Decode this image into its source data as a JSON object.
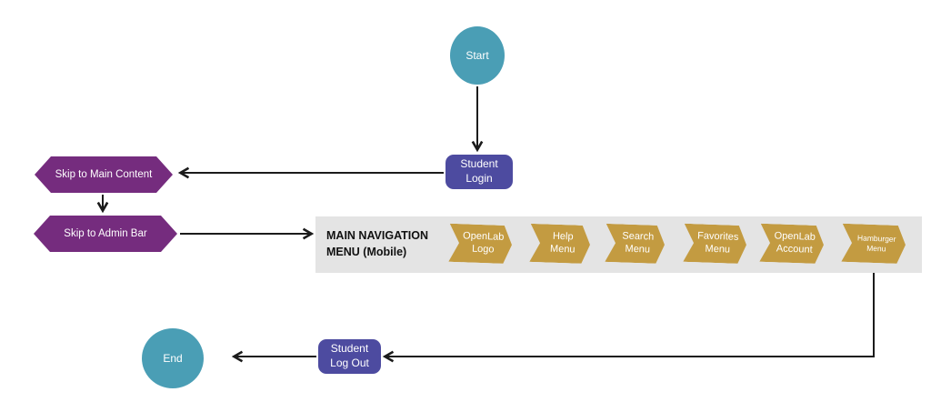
{
  "flowchart": {
    "nodes": {
      "start": {
        "label": "Start",
        "shape": "circle"
      },
      "student_login": {
        "label": "Student\nLogin",
        "shape": "rounded-rectangle"
      },
      "skip_main": {
        "label": "Skip to Main Content",
        "shape": "hexagon"
      },
      "skip_admin": {
        "label": "Skip to Admin Bar",
        "shape": "hexagon"
      },
      "student_logout": {
        "label": "Student\nLog Out",
        "shape": "rounded-rectangle"
      },
      "end": {
        "label": "End",
        "shape": "circle"
      }
    },
    "nav_bar": {
      "title": "MAIN NAVIGATION\nMENU (Mobile)",
      "items": [
        {
          "label": "OpenLab\nLogo"
        },
        {
          "label": "Help\nMenu"
        },
        {
          "label": "Search\nMenu"
        },
        {
          "label": "Favorites\nMenu"
        },
        {
          "label": "OpenLab\nAccount"
        },
        {
          "label": "Hamburger\nMenu"
        }
      ]
    },
    "colors": {
      "terminator_fill": "#4A9EB5",
      "process_fill": "#4D4BA0",
      "skip_link_fill": "#752C7E",
      "menu_item_fill": "#C39B41",
      "menu_bar_fill": "#E4E4E4",
      "connector": "#1B1B1B",
      "text_on_shapes": "#FFFFFF",
      "menu_title_text": "#111111"
    }
  }
}
